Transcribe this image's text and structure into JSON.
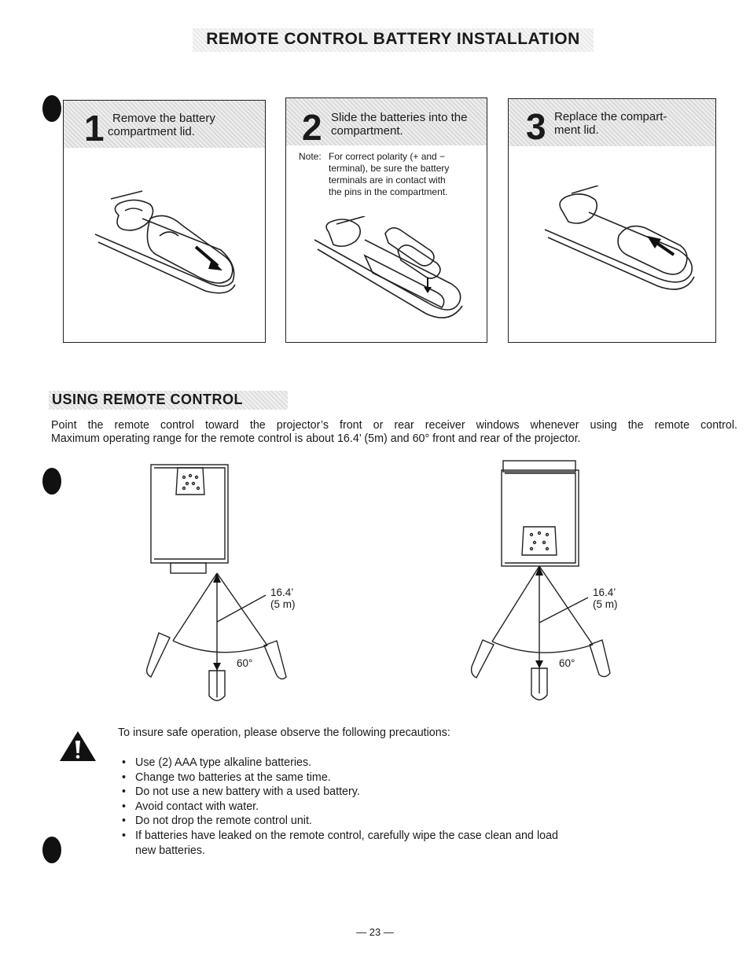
{
  "header": {
    "title": "REMOTE CONTROL BATTERY INSTALLATION"
  },
  "steps": [
    {
      "number": "1",
      "line1": "Remove the battery",
      "line2": "compartment lid."
    },
    {
      "number": "2",
      "line1": "Slide the batteries into the",
      "line2": "compartment."
    },
    {
      "number": "3",
      "line1": "Replace the compart-",
      "line2": "ment lid."
    }
  ],
  "note": {
    "label": "Note:",
    "lines": [
      "For correct polarity (+ and −",
      "terminal), be sure the battery",
      "terminals are in contact with",
      "the pins in the compartment."
    ]
  },
  "section": {
    "title": "USING REMOTE CONTROL",
    "line1": "Point the remote control toward the projector’s front or rear receiver windows whenever using the remote control.",
    "line2": "Maximum operating range for the remote control is about 16.4’ (5m) and 60°  front  and rear of the projector."
  },
  "figures": {
    "distance": "16.4’",
    "distance_metric": "(5 m)",
    "angle": "60°"
  },
  "precautions": {
    "intro": "To insure safe operation, please observe the following precautions:",
    "items": [
      "Use (2) AAA type alkaline batteries.",
      "Change two batteries at the same time.",
      "Do not use a new battery with a used battery.",
      "Avoid contact with water.",
      "Do not drop the remote control unit.",
      "If batteries have leaked on the remote control, carefully wipe the case clean and load new batteries."
    ]
  },
  "footer": {
    "page": "— 23 —"
  }
}
